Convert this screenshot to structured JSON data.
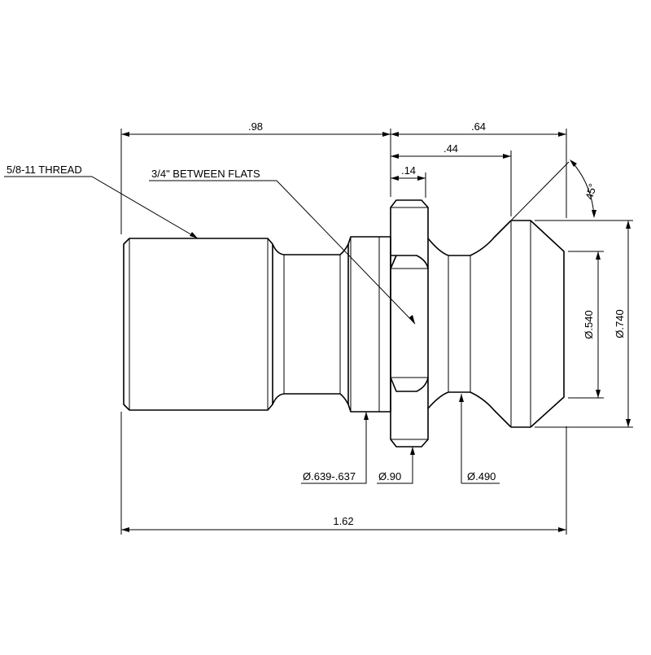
{
  "labels": {
    "thread": "5/8-11 THREAD",
    "flats": "3/4\" BETWEEN FLATS"
  },
  "dimensions": {
    "length_098": ".98",
    "length_064": ".64",
    "length_044": ".44",
    "length_014": ".14",
    "total_length": "1.62",
    "angle": "45°",
    "dia_540": "Ø.540",
    "dia_740": "Ø.740",
    "dia_639": "Ø.639-.637",
    "dia_90": "Ø.90",
    "dia_490": "Ø.490"
  },
  "colors": {
    "line": "#000000",
    "background": "#ffffff"
  }
}
